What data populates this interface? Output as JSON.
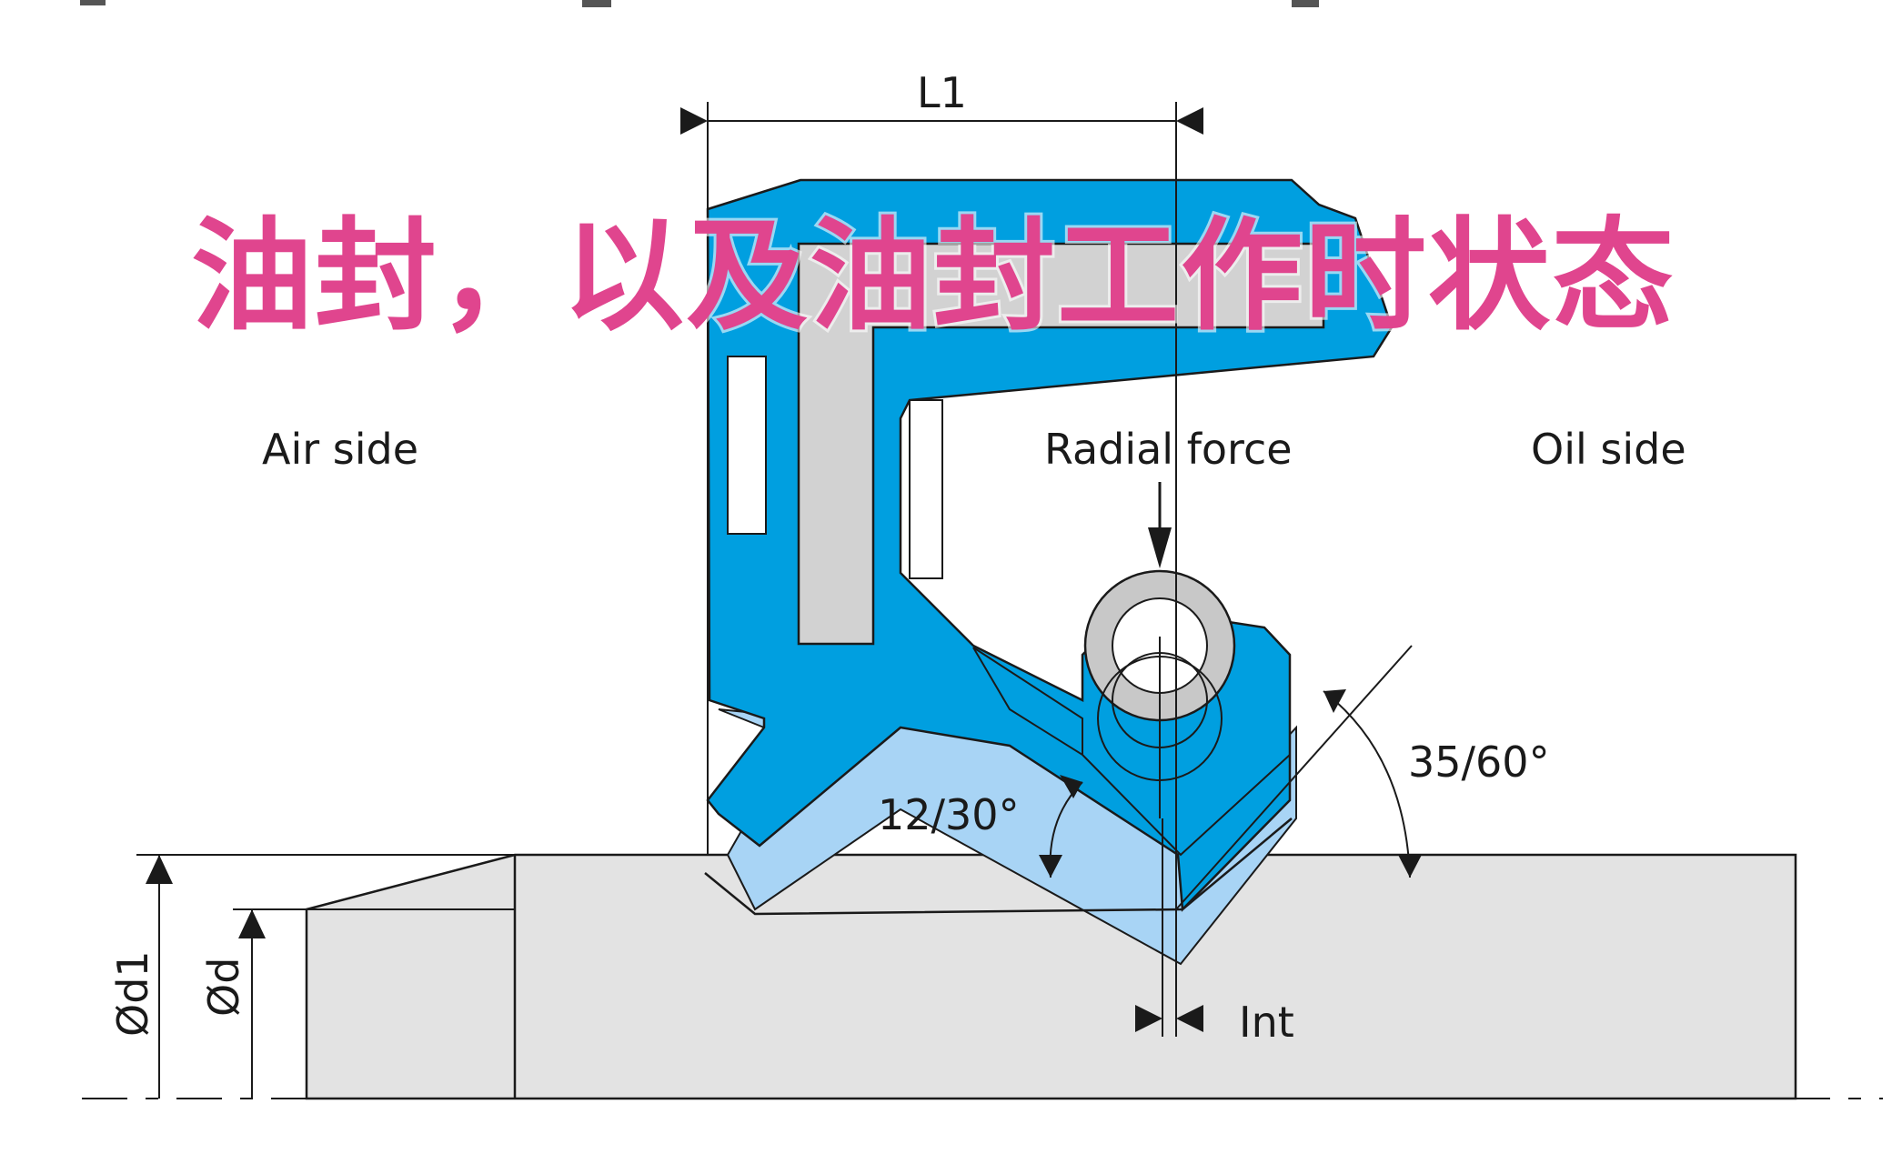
{
  "overlay_title": "油封，以及油封工作时状态",
  "labels": {
    "air_side": "Air side",
    "oil_side": "Oil side",
    "radial_force": "Radial force",
    "L1": "L1",
    "angle_small": "12/30°",
    "angle_large": "35/60°",
    "int": "Int",
    "d1": "Ød1",
    "d": "Ød"
  },
  "colors": {
    "seal_body": "#009fe0",
    "seal_lip_light": "#a8d4f5",
    "metal_case": "#d2d2d2",
    "shaft": "#e3e3e3",
    "line": "#1a1a1a",
    "overlay_text": "#e0458e"
  }
}
